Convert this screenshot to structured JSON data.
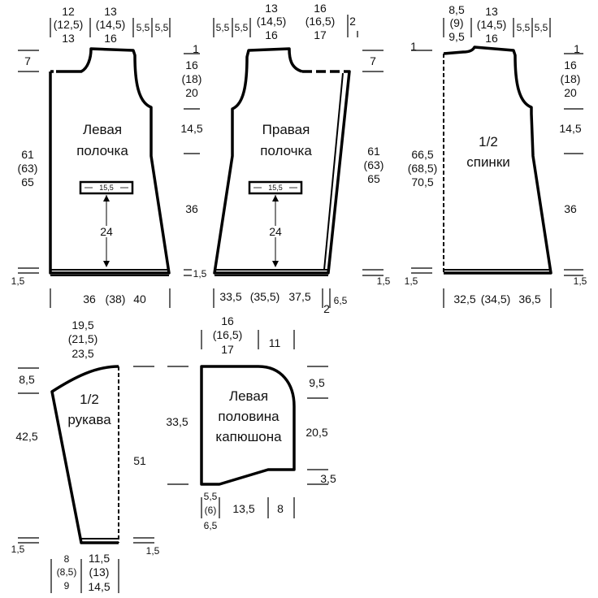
{
  "pieces": {
    "left_front": {
      "title1": "Левая",
      "title2": "полочка",
      "top_w_a": [
        "12",
        "(12,5)",
        "13"
      ],
      "top_w_b": [
        "13",
        "(14,5)",
        "16"
      ],
      "top_w_c": "5,5",
      "top_w_d": "5,5",
      "neck_depth": "7",
      "shoulder_drop": "1",
      "armhole": [
        "16",
        "(18)",
        "20"
      ],
      "side_upper": "14,5",
      "side_lower": "36",
      "height": [
        "61",
        "(63)",
        "65"
      ],
      "pocket_w": "15,5",
      "pocket_h": "24",
      "hem_left": "1,5",
      "hem_right": "1,5",
      "bottom_w": [
        "36",
        "(38)",
        "40"
      ]
    },
    "right_front": {
      "title1": "Правая",
      "title2": "полочка",
      "top_w_a": "5,5",
      "top_w_b": "5,5",
      "top_w_c": [
        "13",
        "(14,5)",
        "16"
      ],
      "top_w_d": [
        "16",
        "(16,5)",
        "17"
      ],
      "top_w_e": "2",
      "neck_depth": "7",
      "height": [
        "61",
        "(63)",
        "65"
      ],
      "pocket_w": "15,5",
      "pocket_h": "24",
      "hem_right": "1,5",
      "bottom_w": [
        "33,5",
        "(35,5)",
        "37,5"
      ],
      "band_w": "2",
      "band_w2": "6,5"
    },
    "back": {
      "title1": "1/2",
      "title2": "спинки",
      "top_w_a": [
        "8,5",
        "(9)",
        "9,5"
      ],
      "top_w_b": [
        "13",
        "(14,5)",
        "16"
      ],
      "top_w_c": "5,5",
      "top_w_d": "5,5",
      "neck_depth": "1",
      "shoulder_drop": "1",
      "armhole": [
        "16",
        "(18)",
        "20"
      ],
      "side_upper": "14,5",
      "side_lower": "36",
      "height": [
        "66,5",
        "(68,5)",
        "70,5"
      ],
      "hem_left": "1,5",
      "hem_right": "1,5",
      "bottom_w": [
        "32,5",
        "(34,5)",
        "36,5"
      ]
    },
    "sleeve": {
      "title1": "1/2",
      "title2": "рукава",
      "top_w": [
        "19,5",
        "(21,5)",
        "23,5"
      ],
      "cap_h": "8,5",
      "side_h": "42,5",
      "total_h": "51",
      "hem_left": "1,5",
      "hem_right": "1,5",
      "bottom_w_a": [
        "8",
        "(8,5)",
        "9"
      ],
      "bottom_w_b": [
        "11,5",
        "(13)",
        "14,5"
      ]
    },
    "hood": {
      "title1": "Левая",
      "title2": "половина",
      "title3": "капюшона",
      "top_w_a": [
        "16",
        "(16,5)",
        "17"
      ],
      "top_w_b": "11",
      "left_h": "33,5",
      "right_top": "9,5",
      "right_mid": "20,5",
      "right_bot": "3,5",
      "bottom_w_a": [
        "5,5",
        "(6)",
        "6,5"
      ],
      "bottom_w_b": "13,5",
      "bottom_w_c": "8"
    }
  }
}
